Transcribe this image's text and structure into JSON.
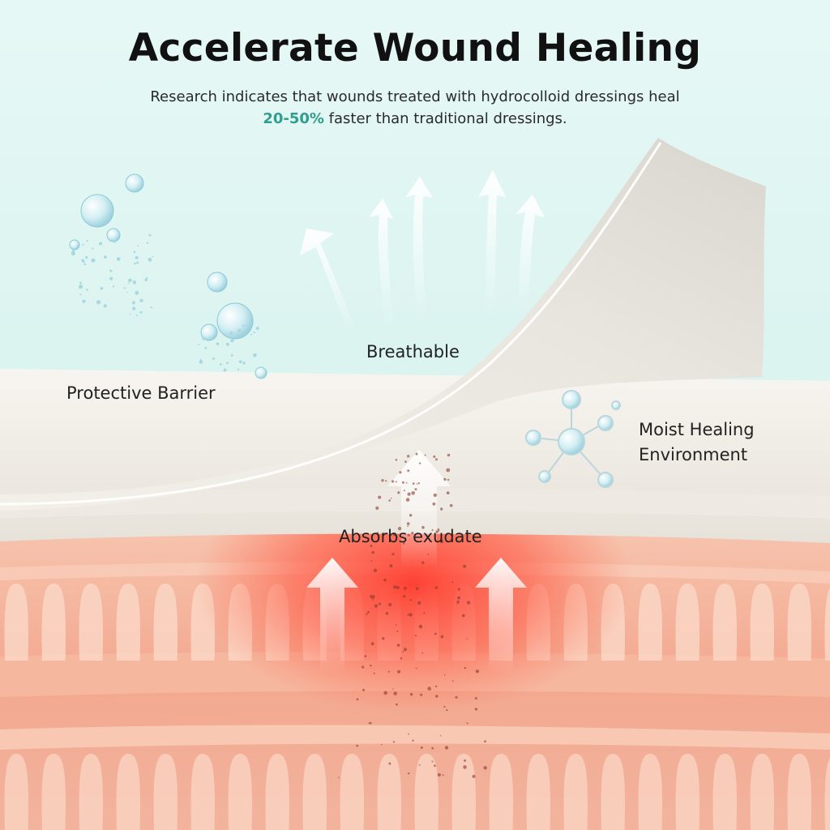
{
  "header": {
    "title": "Accelerate Wound Healing",
    "subtitle_line1": "Research indicates that wounds treated with hydrocolloid dressings heal",
    "subtitle_highlight": "20-50%",
    "subtitle_line2_rest": " faster than traditional dressings."
  },
  "labels": {
    "breathable": "Breathable",
    "protective_barrier": "Protective Barrier",
    "moist_healing_line1": "Moist Healing",
    "moist_healing_line2": "Environment",
    "absorbs_exudate": "Absorbs exudate"
  },
  "colors": {
    "accent": "#2f9e8f",
    "background": "#dff6f3",
    "skin": "#f4a58a",
    "wound_glow": "#ff4a3a"
  }
}
